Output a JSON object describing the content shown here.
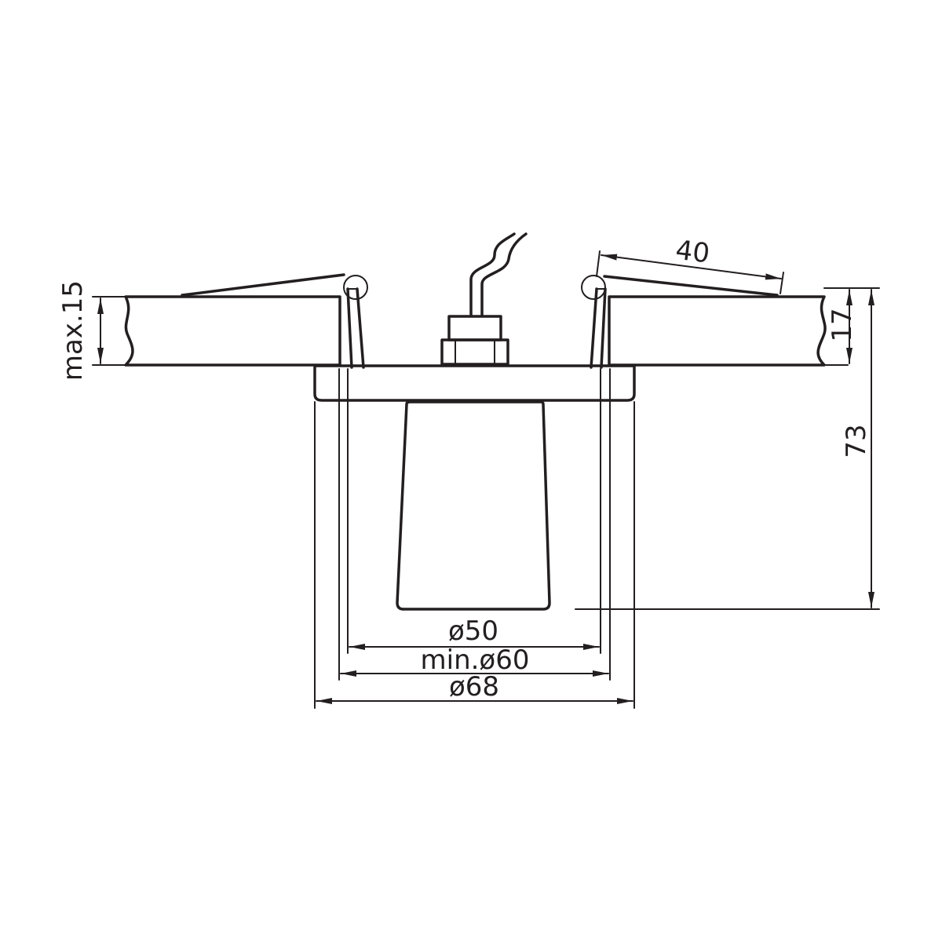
{
  "colors": {
    "line": "#231f20",
    "background": "#ffffff"
  },
  "dimensions": {
    "max_thickness": "max.15",
    "panel_thickness": "17",
    "spring_length": "40",
    "total_height": "73",
    "inner_diameter": "ø50",
    "cutout_diameter": "min.ø60",
    "outer_diameter": "ø68"
  }
}
